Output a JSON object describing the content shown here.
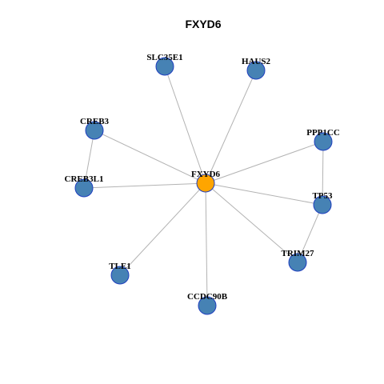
{
  "title": "FXYD6",
  "colors": {
    "center_node": "#FFA500",
    "node": "#4682B4",
    "node_border": "#1F3FBF",
    "edge": "#B3B3B3"
  },
  "nodes": [
    {
      "id": "FXYD6",
      "label": "FXYD6",
      "role": "center"
    },
    {
      "id": "SLC35E1",
      "label": "SLC35E1",
      "role": "neighbor"
    },
    {
      "id": "HAUS2",
      "label": "HAUS2",
      "role": "neighbor"
    },
    {
      "id": "CREB3",
      "label": "CREB3",
      "role": "neighbor"
    },
    {
      "id": "PPP1CC",
      "label": "PPP1CC",
      "role": "neighbor"
    },
    {
      "id": "CREB3L1",
      "label": "CREB3L1",
      "role": "neighbor"
    },
    {
      "id": "TP53",
      "label": "TP53",
      "role": "neighbor"
    },
    {
      "id": "TRIM27",
      "label": "TRIM27",
      "role": "neighbor"
    },
    {
      "id": "TLE1",
      "label": "TLE1",
      "role": "neighbor"
    },
    {
      "id": "CCDC90B",
      "label": "CCDC90B",
      "role": "neighbor"
    }
  ],
  "edges": [
    [
      "FXYD6",
      "SLC35E1"
    ],
    [
      "FXYD6",
      "HAUS2"
    ],
    [
      "FXYD6",
      "CREB3"
    ],
    [
      "FXYD6",
      "PPP1CC"
    ],
    [
      "FXYD6",
      "CREB3L1"
    ],
    [
      "FXYD6",
      "TP53"
    ],
    [
      "FXYD6",
      "TRIM27"
    ],
    [
      "FXYD6",
      "TLE1"
    ],
    [
      "FXYD6",
      "CCDC90B"
    ],
    [
      "CREB3",
      "CREB3L1"
    ],
    [
      "PPP1CC",
      "TP53"
    ],
    [
      "TP53",
      "TRIM27"
    ]
  ]
}
